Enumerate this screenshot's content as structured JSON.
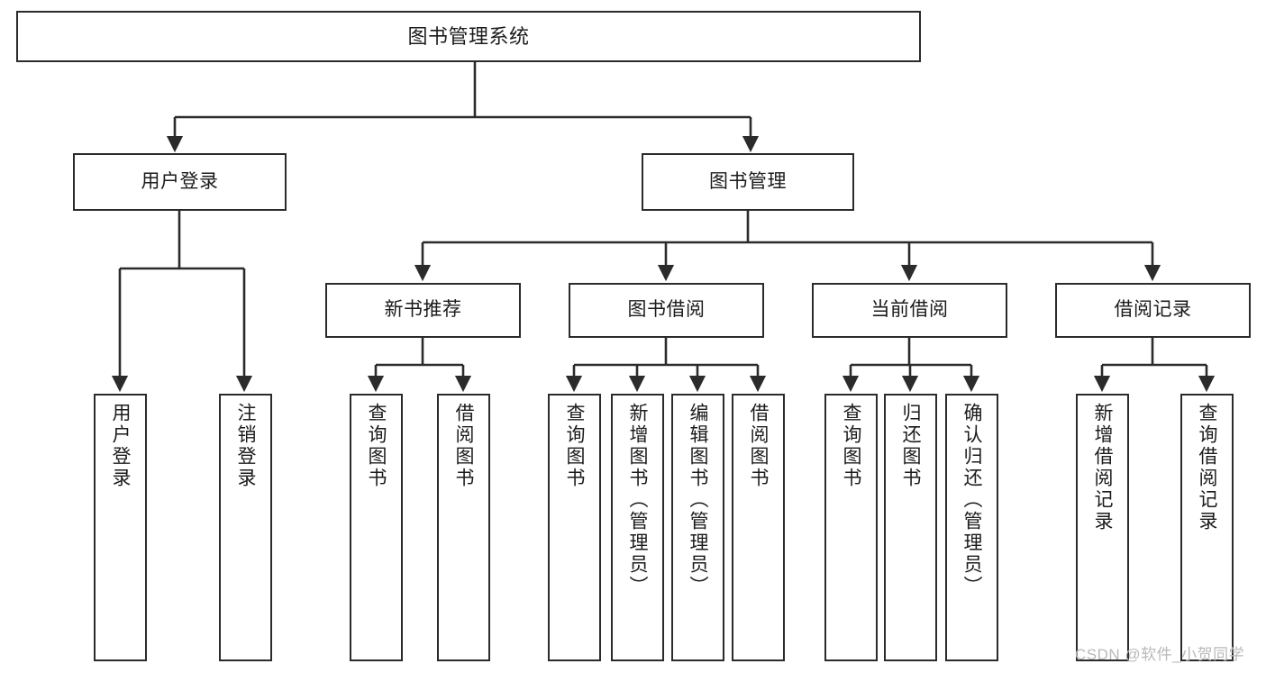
{
  "diagram": {
    "title": "图书管理系统",
    "type": "tree",
    "root": {
      "id": "root",
      "label": "图书管理系统"
    },
    "level2": [
      {
        "id": "user-login",
        "label": "用户登录"
      },
      {
        "id": "book-mgmt",
        "label": "图书管理"
      }
    ],
    "level3": [
      {
        "id": "new-book-rec",
        "label": "新书推荐",
        "parent": "book-mgmt"
      },
      {
        "id": "book-borrow",
        "label": "图书借阅",
        "parent": "book-mgmt"
      },
      {
        "id": "current-borrow",
        "label": "当前借阅",
        "parent": "book-mgmt"
      },
      {
        "id": "borrow-record",
        "label": "借阅记录",
        "parent": "book-mgmt"
      }
    ],
    "leaves": [
      {
        "id": "u1",
        "label": "用户登录",
        "parent": "user-login"
      },
      {
        "id": "u2",
        "label": "注销登录",
        "parent": "user-login"
      },
      {
        "id": "n1",
        "label": "查询图书",
        "parent": "new-book-rec"
      },
      {
        "id": "n2",
        "label": "借阅图书",
        "parent": "new-book-rec"
      },
      {
        "id": "b1",
        "label": "查询图书",
        "parent": "book-borrow"
      },
      {
        "id": "b2",
        "label": "新增图书（管理员）",
        "parent": "book-borrow"
      },
      {
        "id": "b3",
        "label": "编辑图书（管理员）",
        "parent": "book-borrow"
      },
      {
        "id": "b4",
        "label": "借阅图书",
        "parent": "book-borrow"
      },
      {
        "id": "c1",
        "label": "查询图书",
        "parent": "current-borrow"
      },
      {
        "id": "c2",
        "label": "归还图书",
        "parent": "current-borrow"
      },
      {
        "id": "c3",
        "label": "确认归还（管理员）",
        "parent": "current-borrow"
      },
      {
        "id": "r1",
        "label": "新增借阅记录",
        "parent": "borrow-record"
      },
      {
        "id": "r2",
        "label": "查询借阅记录",
        "parent": "borrow-record"
      }
    ],
    "colors": {
      "stroke": "#2b2b2b",
      "fill": "#ffffff",
      "text": "#1b1b1b",
      "watermark": "#b9b9b9"
    }
  },
  "watermark": {
    "text": "CSDN @软件_小贺同学"
  }
}
